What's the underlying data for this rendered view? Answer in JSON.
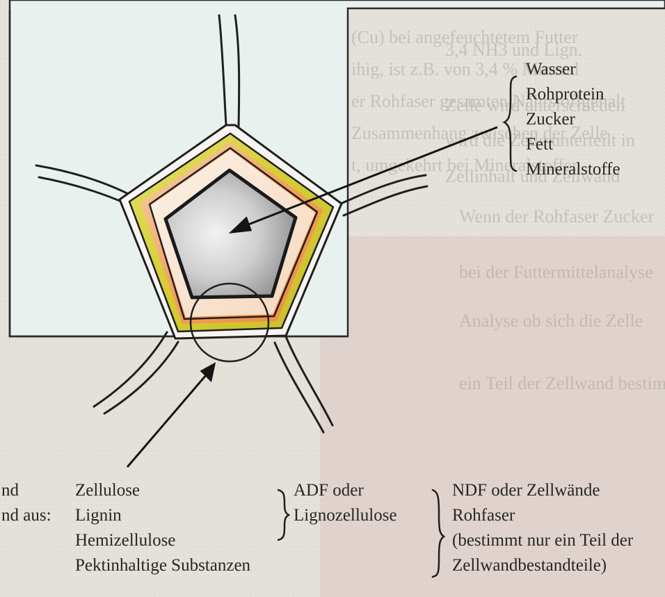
{
  "cell_contents": {
    "items": [
      "Wasser",
      "Rohprotein",
      "Zucker",
      "Fett",
      "Mineralstoffe"
    ]
  },
  "cell_wall": {
    "intro": [
      "nd",
      "nd aus:"
    ],
    "components": [
      "Zellulose",
      "Lignin",
      "Hemizellulose",
      "Pektinhaltige Substanzen"
    ],
    "adf": [
      "ADF oder",
      "Lignozellulose"
    ],
    "ndf": [
      "NDF oder Zellwände",
      "Rohfaser",
      "(bestimmt nur ein Teil der",
      "Zellwandbestandteile)"
    ]
  },
  "background_text": [
    "(Cu) bei angefeuchtetem Futter",
    "ihig, ist z.B. von 3,4 % Mineral",
    "er Rohfaser gesamten Nährstoffgehalt",
    "Zusammenhang zwischen der Zelle",
    "t, umgekehrt bei Mineralstoffen",
    "3,4 NH3 und Lign.",
    "Zelle wird unterschieden",
    "wird die Zelle unterteilt in",
    "Zellinhalt und Zellwand",
    "Wenn der Rohfaser Zucker",
    "bei der Futtermittelanalyse",
    "Analyse ob sich die Zelle",
    "ein Teil der Zellwand bestimmt"
  ],
  "colors": {
    "background": "#e4e0da",
    "frame_box": "#e9f1ef",
    "outline": "#1f1f1f",
    "wall_yellow": "#d9cf3c",
    "wall_orange": "#ef9b55",
    "lumen_gray": "#8b8b8b"
  }
}
